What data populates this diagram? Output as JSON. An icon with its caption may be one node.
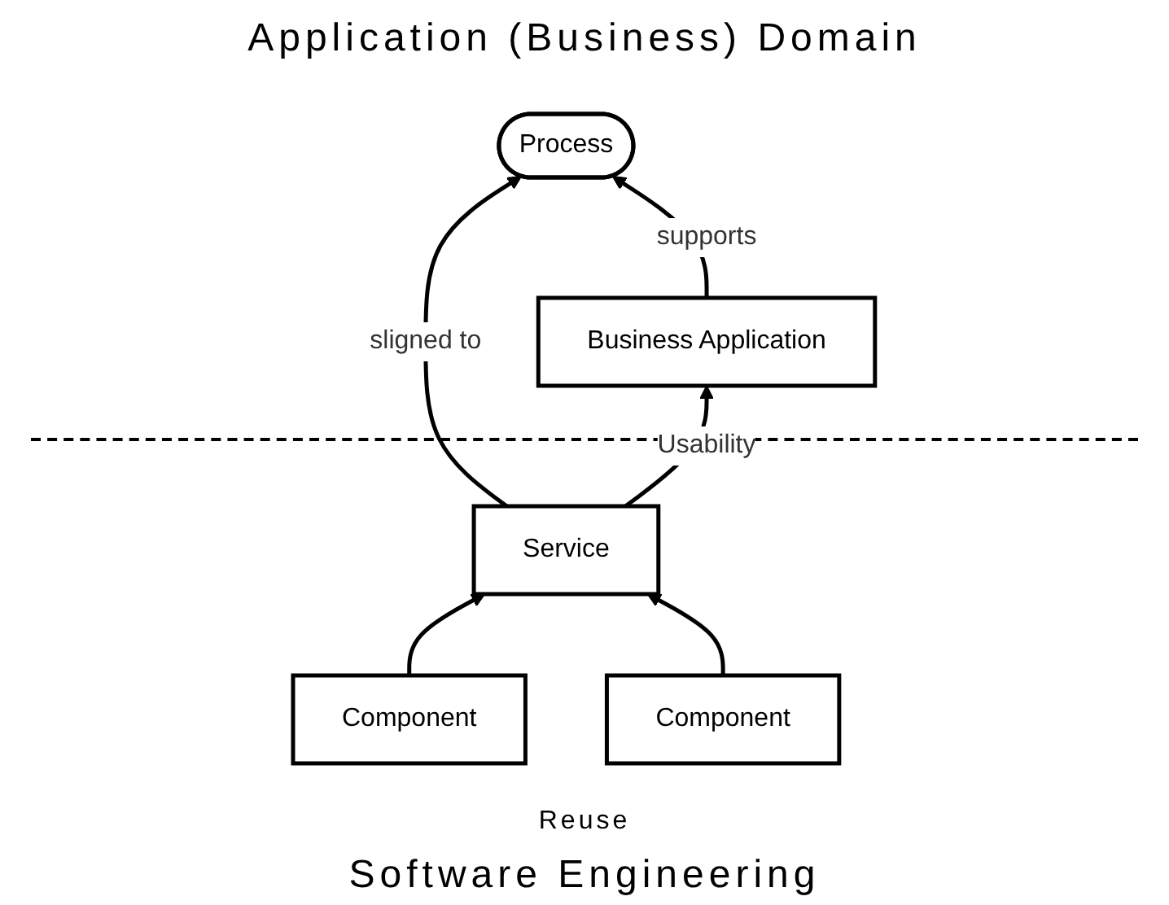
{
  "diagram": {
    "title": "Application (Business) Domain",
    "caption": "Software Engineering",
    "nodes": [
      {
        "text": [
          "Process"
        ]
      },
      {
        "text": [
          "Service"
        ]
      },
      {
        "text": [
          "Business Application"
        ]
      },
      {
        "text": [
          "Component"
        ]
      },
      {
        "text": [
          "Component"
        ]
      }
    ],
    "edges": [
      {
        "from": 1,
        "to": 0,
        "arrow": "to",
        "label": "sligned to"
      },
      {
        "from": 1,
        "to": 2,
        "arrow": "to",
        "label": "Usability"
      },
      {
        "from": 2,
        "to": 0,
        "arrow": "to",
        "label": "supports"
      },
      {
        "from": 3,
        "to": 1,
        "arrow": "to"
      },
      {
        "from": 4,
        "to": 1,
        "arrow": "to"
      }
    ],
    "labels": [
      "Reuse"
    ]
  }
}
